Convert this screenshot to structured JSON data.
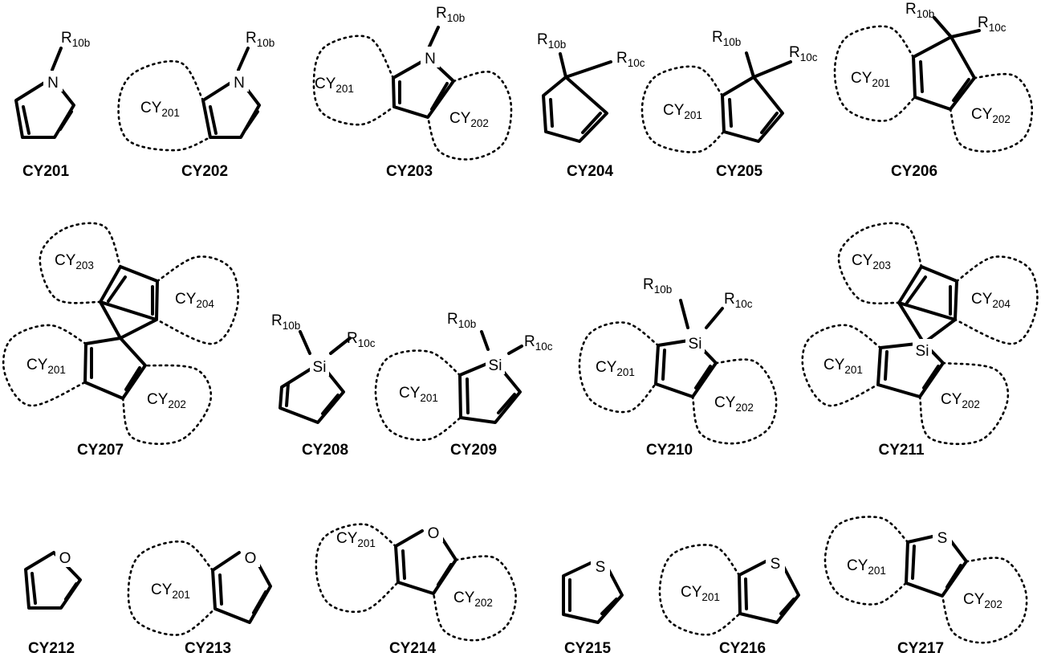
{
  "structures": [
    {
      "id": "cy201",
      "label": "CY201",
      "atoms": [
        {
          "sym": "N"
        }
      ],
      "subs": [
        {
          "main": "R",
          "sub": "10b"
        }
      ],
      "rings": []
    },
    {
      "id": "cy202",
      "label": "CY202",
      "atoms": [
        {
          "sym": "N"
        }
      ],
      "subs": [
        {
          "main": "R",
          "sub": "10b"
        }
      ],
      "rings": [
        {
          "main": "CY",
          "sub": "201"
        }
      ]
    },
    {
      "id": "cy203",
      "label": "CY203",
      "atoms": [
        {
          "sym": "N"
        }
      ],
      "subs": [
        {
          "main": "R",
          "sub": "10b"
        }
      ],
      "rings": [
        {
          "main": "CY",
          "sub": "201"
        },
        {
          "main": "CY",
          "sub": "202"
        }
      ]
    },
    {
      "id": "cy204",
      "label": "CY204",
      "atoms": [],
      "subs": [
        {
          "main": "R",
          "sub": "10b"
        },
        {
          "main": "R",
          "sub": "10c"
        }
      ],
      "rings": []
    },
    {
      "id": "cy205",
      "label": "CY205",
      "atoms": [],
      "subs": [
        {
          "main": "R",
          "sub": "10b"
        },
        {
          "main": "R",
          "sub": "10c"
        }
      ],
      "rings": [
        {
          "main": "CY",
          "sub": "201"
        }
      ]
    },
    {
      "id": "cy206",
      "label": "CY206",
      "atoms": [],
      "subs": [
        {
          "main": "R",
          "sub": "10b"
        },
        {
          "main": "R",
          "sub": "10c"
        }
      ],
      "rings": [
        {
          "main": "CY",
          "sub": "201"
        },
        {
          "main": "CY",
          "sub": "202"
        }
      ]
    },
    {
      "id": "cy207",
      "label": "CY207",
      "atoms": [],
      "subs": [],
      "rings": [
        {
          "main": "CY",
          "sub": "203"
        },
        {
          "main": "CY",
          "sub": "204"
        },
        {
          "main": "CY",
          "sub": "201"
        },
        {
          "main": "CY",
          "sub": "202"
        }
      ]
    },
    {
      "id": "cy208",
      "label": "CY208",
      "atoms": [
        {
          "sym": "Si"
        }
      ],
      "subs": [
        {
          "main": "R",
          "sub": "10b"
        },
        {
          "main": "R",
          "sub": "10c"
        }
      ],
      "rings": []
    },
    {
      "id": "cy209",
      "label": "CY209",
      "atoms": [
        {
          "sym": "Si"
        }
      ],
      "subs": [
        {
          "main": "R",
          "sub": "10b"
        },
        {
          "main": "R",
          "sub": "10c"
        }
      ],
      "rings": [
        {
          "main": "CY",
          "sub": "201"
        }
      ]
    },
    {
      "id": "cy210",
      "label": "CY210",
      "atoms": [
        {
          "sym": "Si"
        }
      ],
      "subs": [
        {
          "main": "R",
          "sub": "10b"
        },
        {
          "main": "R",
          "sub": "10c"
        }
      ],
      "rings": [
        {
          "main": "CY",
          "sub": "201"
        },
        {
          "main": "CY",
          "sub": "202"
        }
      ]
    },
    {
      "id": "cy211",
      "label": "CY211",
      "atoms": [
        {
          "sym": "Si"
        }
      ],
      "subs": [],
      "rings": [
        {
          "main": "CY",
          "sub": "203"
        },
        {
          "main": "CY",
          "sub": "204"
        },
        {
          "main": "CY",
          "sub": "201"
        },
        {
          "main": "CY",
          "sub": "202"
        }
      ]
    },
    {
      "id": "cy212",
      "label": "CY212",
      "atoms": [
        {
          "sym": "O"
        }
      ],
      "subs": [],
      "rings": []
    },
    {
      "id": "cy213",
      "label": "CY213",
      "atoms": [
        {
          "sym": "O"
        }
      ],
      "subs": [],
      "rings": [
        {
          "main": "CY",
          "sub": "201"
        }
      ]
    },
    {
      "id": "cy214",
      "label": "CY214",
      "atoms": [
        {
          "sym": "O"
        }
      ],
      "subs": [],
      "rings": [
        {
          "main": "CY",
          "sub": "201"
        },
        {
          "main": "CY",
          "sub": "202"
        }
      ]
    },
    {
      "id": "cy215",
      "label": "CY215",
      "atoms": [
        {
          "sym": "S"
        }
      ],
      "subs": [],
      "rings": []
    },
    {
      "id": "cy216",
      "label": "CY216",
      "atoms": [
        {
          "sym": "S"
        }
      ],
      "subs": [],
      "rings": [
        {
          "main": "CY",
          "sub": "201"
        }
      ]
    },
    {
      "id": "cy217",
      "label": "CY217",
      "atoms": [
        {
          "sym": "S"
        }
      ],
      "subs": [],
      "rings": [
        {
          "main": "CY",
          "sub": "201"
        },
        {
          "main": "CY",
          "sub": "202"
        }
      ]
    }
  ]
}
